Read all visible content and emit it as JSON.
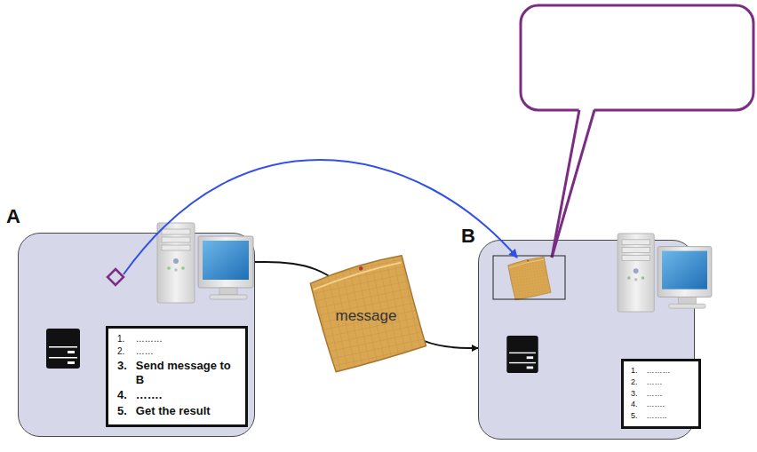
{
  "diagram": {
    "nodes": [
      {
        "text": [
          "A"
        ]
      },
      {
        "text": [
          "1.",
          "………",
          "2.",
          "……",
          "3.",
          "Send message to B",
          "4.",
          "…….",
          "5.",
          "Get the result"
        ],
        "in": 0
      },
      {
        "text": [
          "B"
        ]
      },
      {
        "text": [
          "1.",
          "………",
          "2.",
          "……",
          "3.",
          "……",
          "4.",
          "…….",
          "5.",
          "…….."
        ],
        "in": 2
      }
    ],
    "edges": [
      {
        "from": 0,
        "to": 2,
        "label": "message",
        "arrow": "to"
      }
    ]
  }
}
